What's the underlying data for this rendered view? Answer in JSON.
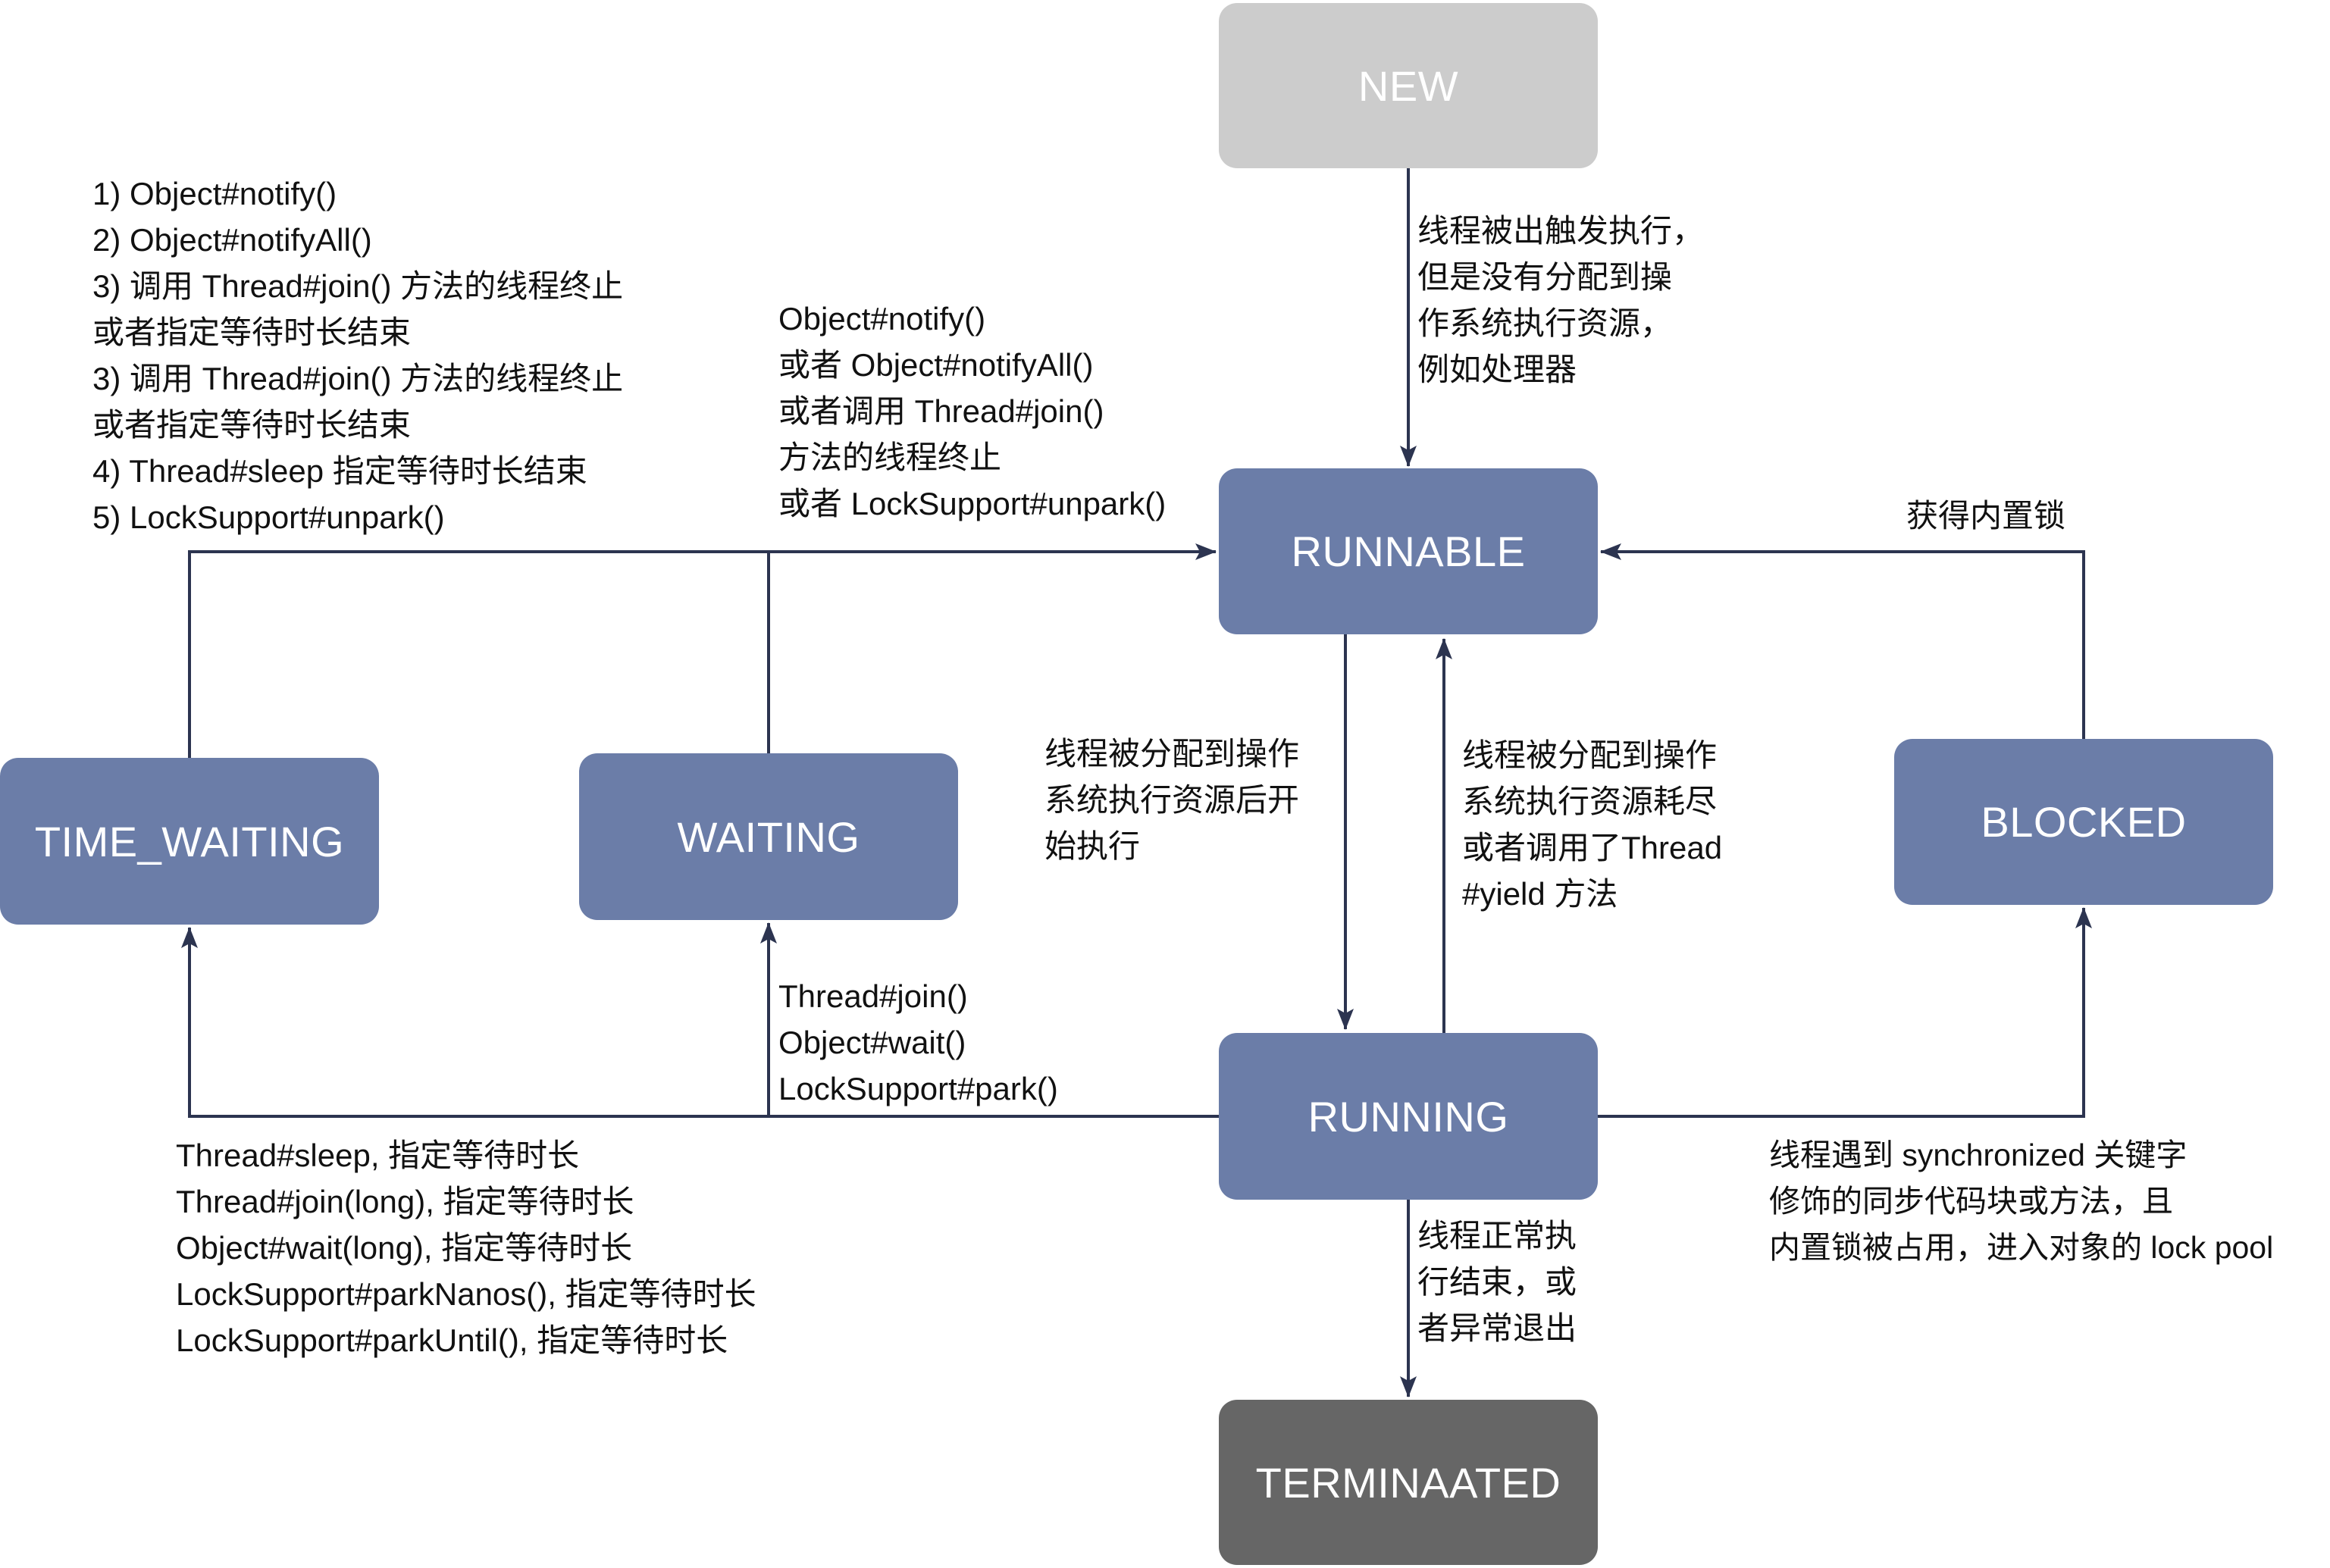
{
  "colors": {
    "state_fill": "#6b7da8",
    "new_fill": "#cccccc",
    "terminated_fill": "#666666",
    "line": "#2c3450",
    "text": "#111111",
    "state_text": "#ffffff"
  },
  "states": {
    "new": "NEW",
    "runnable": "RUNNABLE",
    "running": "RUNNING",
    "waiting": "WAITING",
    "time_waiting": "TIME_WAITING",
    "blocked": "BLOCKED",
    "terminated": "TERMINAATED"
  },
  "transitions": {
    "time_waiting_to_runnable": [
      "1) Object#notify()",
      "2) Object#notifyAll()",
      "3) 调用 Thread#join() 方法的线程终止",
      "或者指定等待时长结束",
      "3) 调用 Thread#join() 方法的线程终止",
      "或者指定等待时长结束",
      "4) Thread#sleep 指定等待时长结束",
      "5) LockSupport#unpark()"
    ],
    "waiting_to_runnable": [
      "Object#notify()",
      "或者 Object#notifyAll()",
      "或者调用 Thread#join()",
      "方法的线程终止",
      "或者 LockSupport#unpark()"
    ],
    "new_to_runnable": [
      "线程被出触发执行，",
      "但是没有分配到操",
      "作系统执行资源，",
      "例如处理器"
    ],
    "blocked_to_runnable": [
      "获得内置锁"
    ],
    "runnable_to_running": [
      "线程被分配到操作",
      "系统执行资源后开",
      "始执行"
    ],
    "running_to_runnable": [
      "线程被分配到操作",
      "系统执行资源耗尽",
      "或者调用了Thread",
      "#yield 方法"
    ],
    "running_to_waiting": [
      "Thread#join()",
      "Object#wait()",
      "LockSupport#park()"
    ],
    "running_to_time_waiting": [
      "Thread#sleep, 指定等待时长",
      "Thread#join(long), 指定等待时长",
      "Object#wait(long), 指定等待时长",
      "LockSupport#parkNanos(), 指定等待时长",
      "LockSupport#parkUntil(), 指定等待时长"
    ],
    "running_to_terminated": [
      "线程正常执",
      "行结束，或",
      "者异常退出"
    ],
    "running_to_blocked": [
      "线程遇到 synchronized 关键字",
      "修饰的同步代码块或方法，且",
      "内置锁被占用，进入对象的 lock pool"
    ]
  }
}
